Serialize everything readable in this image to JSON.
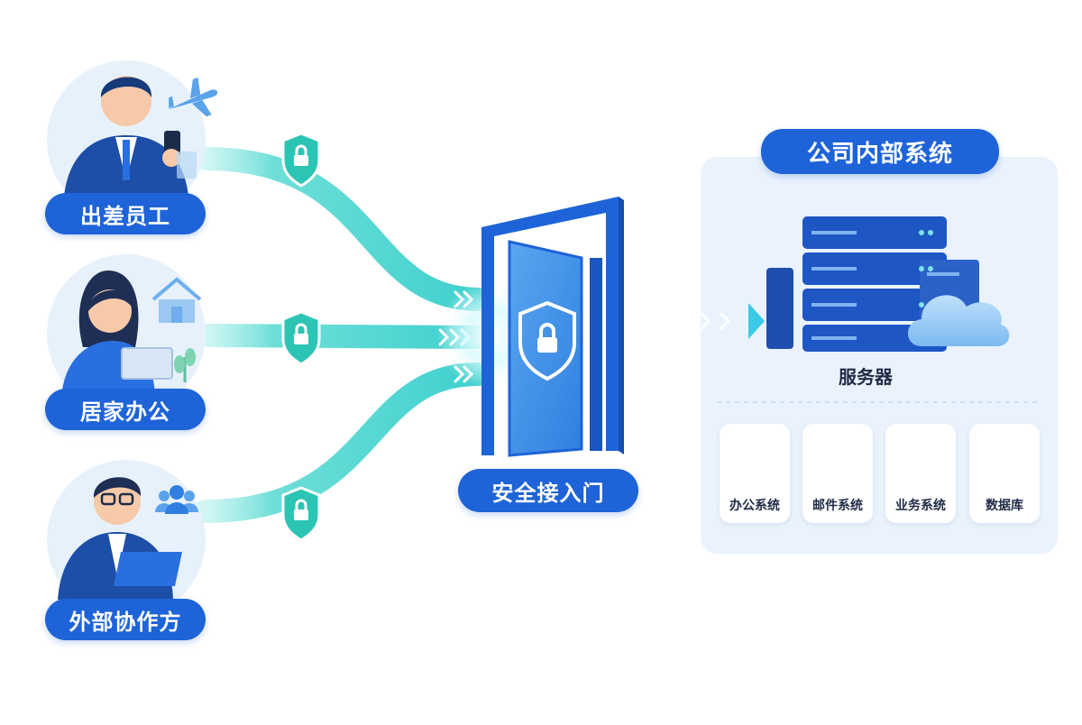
{
  "users": [
    {
      "label": "出差员工",
      "icon": "plane-icon"
    },
    {
      "label": "居家办公",
      "icon": "house-icon"
    },
    {
      "label": "外部协作方",
      "icon": "group-icon"
    }
  ],
  "gateway": {
    "label": "安全接入门",
    "icon": "shield-lock-icon"
  },
  "internal": {
    "title": "公司内部系统",
    "server_label": "服务器",
    "apps": [
      {
        "label": "办公系统",
        "icon": "monitor-icon"
      },
      {
        "label": "邮件系统",
        "icon": "mail-icon"
      },
      {
        "label": "业务系统",
        "icon": "folder-icon"
      },
      {
        "label": "数据库",
        "icon": "database-icon"
      }
    ]
  },
  "colors": {
    "primary": "#1e63d8",
    "flow": "#4fd8d0",
    "panel": "#eaf3fd",
    "shield": "#2cc5b5"
  }
}
